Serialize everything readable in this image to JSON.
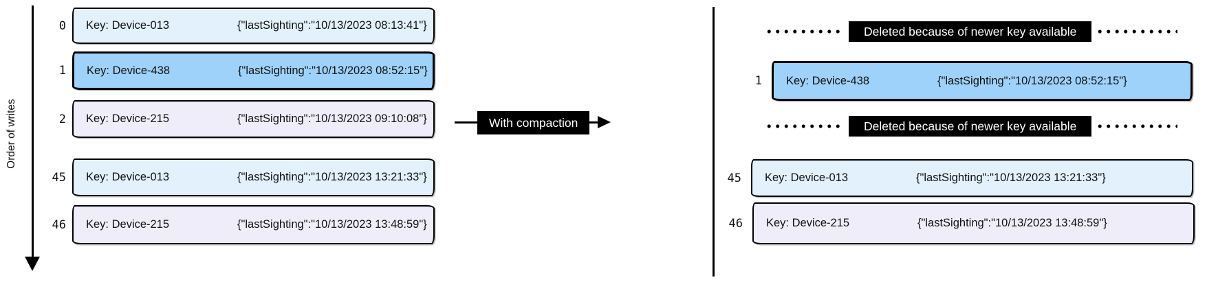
{
  "left_panel": {
    "axis_label": "Order of writes",
    "rows": [
      {
        "index": "0",
        "key": "Key: Device-013",
        "value": "{\"lastSighting\":\"10/13/2023 08:13:41\"}",
        "variant": "lightblue"
      },
      {
        "index": "1",
        "key": "Key: Device-438",
        "value": "{\"lastSighting\":\"10/13/2023 08:52:15\"}",
        "variant": "blue"
      },
      {
        "index": "2",
        "key": "Key: Device-215",
        "value": "{\"lastSighting\":\"10/13/2023 09:10:08\"}",
        "variant": "lavender"
      },
      {
        "index": "45",
        "key": "Key: Device-013",
        "value": "{\"lastSighting\":\"10/13/2023 13:21:33\"}",
        "variant": "lightblue"
      },
      {
        "index": "46",
        "key": "Key: Device-215",
        "value": "{\"lastSighting\":\"10/13/2023 13:48:59\"}",
        "variant": "lavender"
      }
    ]
  },
  "transform": {
    "label": "With compaction"
  },
  "right_panel": {
    "rows": [
      {
        "type": "deleted",
        "label": "Deleted because of newer key available"
      },
      {
        "type": "record",
        "index": "1",
        "key": "Key: Device-438",
        "value": "{\"lastSighting\":\"10/13/2023 08:52:15\"}",
        "variant": "blue"
      },
      {
        "type": "deleted",
        "label": "Deleted because of newer key available"
      },
      {
        "type": "record",
        "index": "45",
        "key": "Key: Device-013",
        "value": "{\"lastSighting\":\"10/13/2023 13:21:33\"}",
        "variant": "lightblue"
      },
      {
        "type": "record",
        "index": "46",
        "key": "Key: Device-215",
        "value": "{\"lastSighting\":\"10/13/2023 13:48:59\"}",
        "variant": "lavender"
      }
    ]
  },
  "colors": {
    "record_light_blue": "#e3f1fc",
    "record_blue": "#9fd2fa",
    "record_lavender": "#f0edfa",
    "label_background": "#000000",
    "label_text": "#ffffff",
    "stroke": "#000000"
  }
}
